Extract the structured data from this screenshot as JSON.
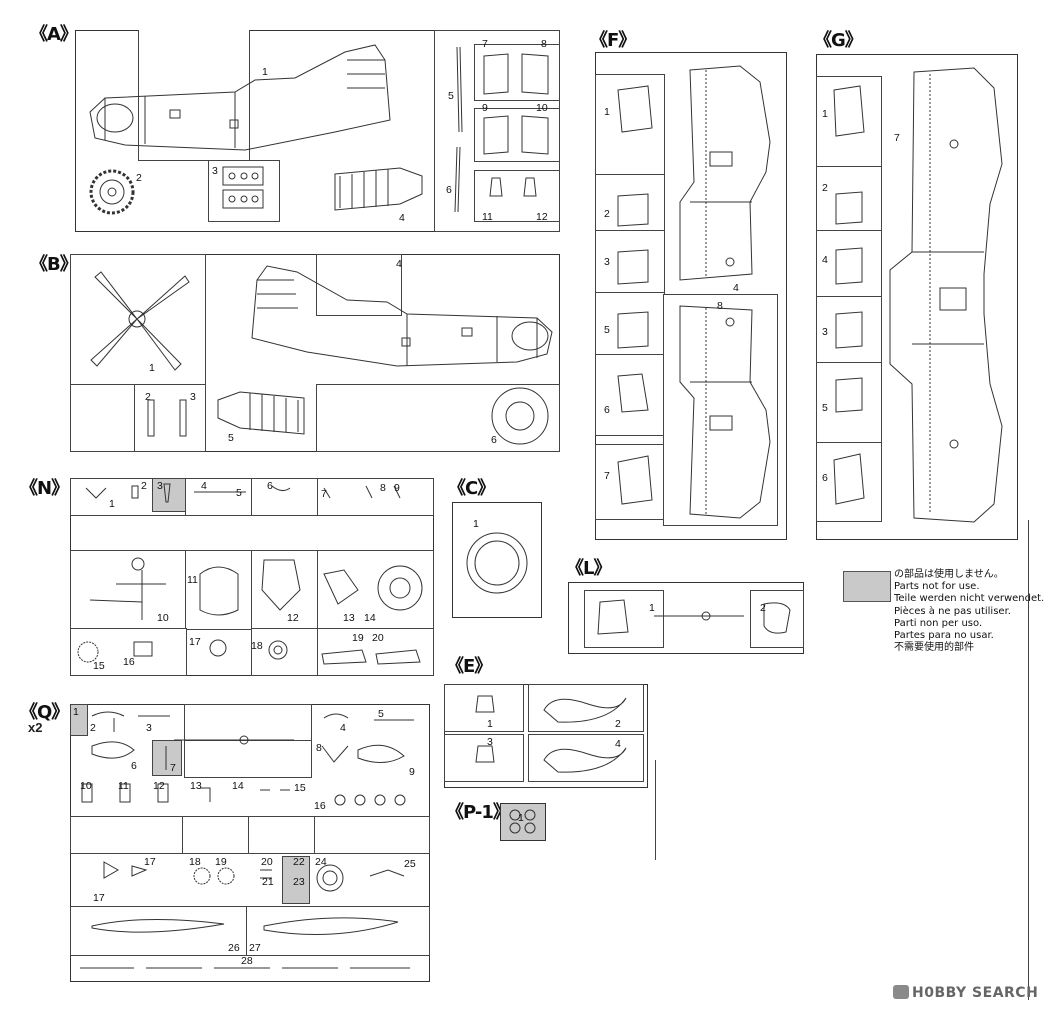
{
  "sprues": {
    "A": {
      "label": "《A》",
      "parts": [
        "1",
        "2",
        "3",
        "4",
        "5",
        "6",
        "7",
        "8",
        "9",
        "10",
        "11",
        "12"
      ]
    },
    "B": {
      "label": "《B》",
      "parts": [
        "1",
        "2",
        "3",
        "4",
        "5",
        "6"
      ]
    },
    "C": {
      "label": "《C》",
      "parts": [
        "1"
      ]
    },
    "E": {
      "label": "《E》",
      "parts": [
        "1",
        "2",
        "3",
        "4"
      ]
    },
    "F": {
      "label": "《F》",
      "parts": [
        "1",
        "2",
        "3",
        "4",
        "5",
        "6",
        "7",
        "8"
      ]
    },
    "G": {
      "label": "《G》",
      "parts": [
        "1",
        "2",
        "3",
        "4",
        "5",
        "6",
        "7"
      ]
    },
    "L": {
      "label": "《L》",
      "parts": [
        "1",
        "2"
      ]
    },
    "N": {
      "label": "《N》",
      "parts": [
        "1",
        "2",
        "3",
        "4",
        "5",
        "6",
        "7",
        "8",
        "9",
        "10",
        "11",
        "12",
        "13",
        "14",
        "15",
        "16",
        "17",
        "18",
        "19",
        "20"
      ]
    },
    "P1": {
      "label": "《P-1》",
      "parts": [
        "1"
      ]
    },
    "Q": {
      "label": "《Q》",
      "multiplier": "x2",
      "parts": [
        "1",
        "2",
        "3",
        "4",
        "5",
        "6",
        "7",
        "8",
        "9",
        "10",
        "11",
        "12",
        "13",
        "14",
        "15",
        "16",
        "17",
        "17",
        "18",
        "19",
        "20",
        "21",
        "22",
        "23",
        "24",
        "25",
        "26",
        "27",
        "28"
      ]
    }
  },
  "legend": {
    "swatch_color": "#c9c9c9",
    "lines": [
      "の部品は使用しません。",
      "Parts not for use.",
      "Teile werden nicht verwendet.",
      "Pièces à ne pas utiliser.",
      "Parti non per uso.",
      "Partes para no usar.",
      "不需要使用的部件"
    ]
  },
  "watermark": "H0BBY SEARCH",
  "colors": {
    "line": "#333333",
    "unused_part": "#c9c9c9",
    "background": "#ffffff"
  }
}
